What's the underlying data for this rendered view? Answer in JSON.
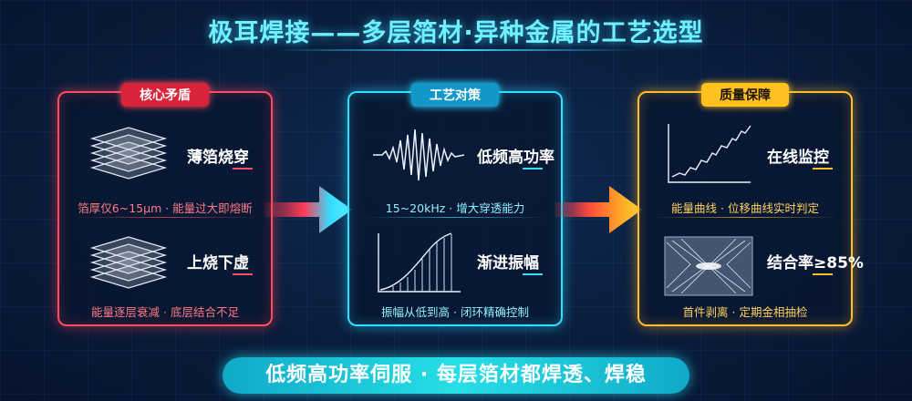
{
  "title": "极耳焊接——多层箔材·异种金属的工艺选型",
  "panels": {
    "core_conflict": {
      "badge": "核心矛盾",
      "items": [
        {
          "icon": "foil-layers-icon",
          "label": "薄箔烧穿",
          "caption": "箔厚仅6~15μm · 能量过大即熔断"
        },
        {
          "icon": "foil-layers-icon",
          "label": "上烧下虚",
          "caption": "能量逐层衰减 · 底层结合不足"
        }
      ]
    },
    "process_strategy": {
      "badge": "工艺对策",
      "items": [
        {
          "icon": "waveform-icon",
          "label": "低频高功率",
          "caption": "15~20kHz · 增大穿透能力"
        },
        {
          "icon": "ramp-amplitude-icon",
          "label": "渐进振幅",
          "caption": "振幅从低到高 · 闭环精确控制"
        }
      ]
    },
    "quality_assurance": {
      "badge": "质量保障",
      "items": [
        {
          "icon": "monitor-curve-icon",
          "label": "在线监控",
          "caption": "能量曲线 · 位移曲线实时判定"
        },
        {
          "icon": "weld-crosssection-icon",
          "label": "结合率≥85%",
          "caption": "首件剥离 · 定期金相抽检"
        }
      ]
    }
  },
  "bottom_banner": "低频高功率伺服 · 每层箔材都焊透、焊稳",
  "colors": {
    "red": "#ff4d60",
    "cyan": "#2fe0ff",
    "gold": "#ffbe2a",
    "title": "#6ff0ff",
    "background": "#0a1d3c"
  }
}
